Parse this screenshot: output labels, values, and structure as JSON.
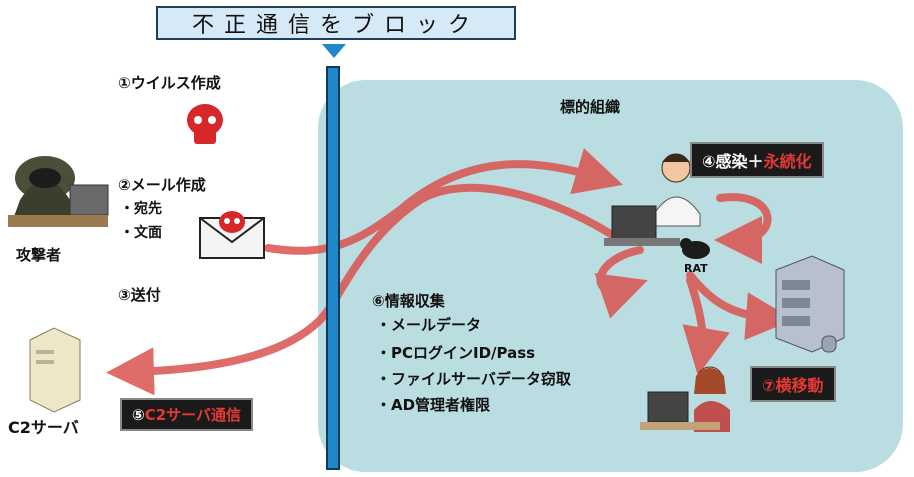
{
  "title": "不正通信をブロック",
  "org_label": "標的組織",
  "attacker_label": "攻撃者",
  "c2_label": "C2サーバ",
  "steps": {
    "s1": "①ウイルス作成",
    "s2": "②メール作成",
    "s2_items": [
      "・宛先",
      "・文面"
    ],
    "s3": "③送付",
    "s4_prefix": "④感染＋",
    "s4_red": "永続化",
    "s5_prefix": "⑤",
    "s5_red": "C2サーバ通信",
    "s6": "⑥情報収集",
    "s6_items": [
      "・メールデータ",
      "・PCログインID/Pass",
      "・ファイルサーバデータ窃取",
      "・AD管理者権限"
    ],
    "s7": "⑦横移動"
  },
  "rat_label": "RAT",
  "colors": {
    "arrow": "#d9534f",
    "wall": "#1e88c8",
    "org_bg": "#b9dde1",
    "label_bg": "#1a1a1a",
    "accent_red": "#e53935"
  }
}
